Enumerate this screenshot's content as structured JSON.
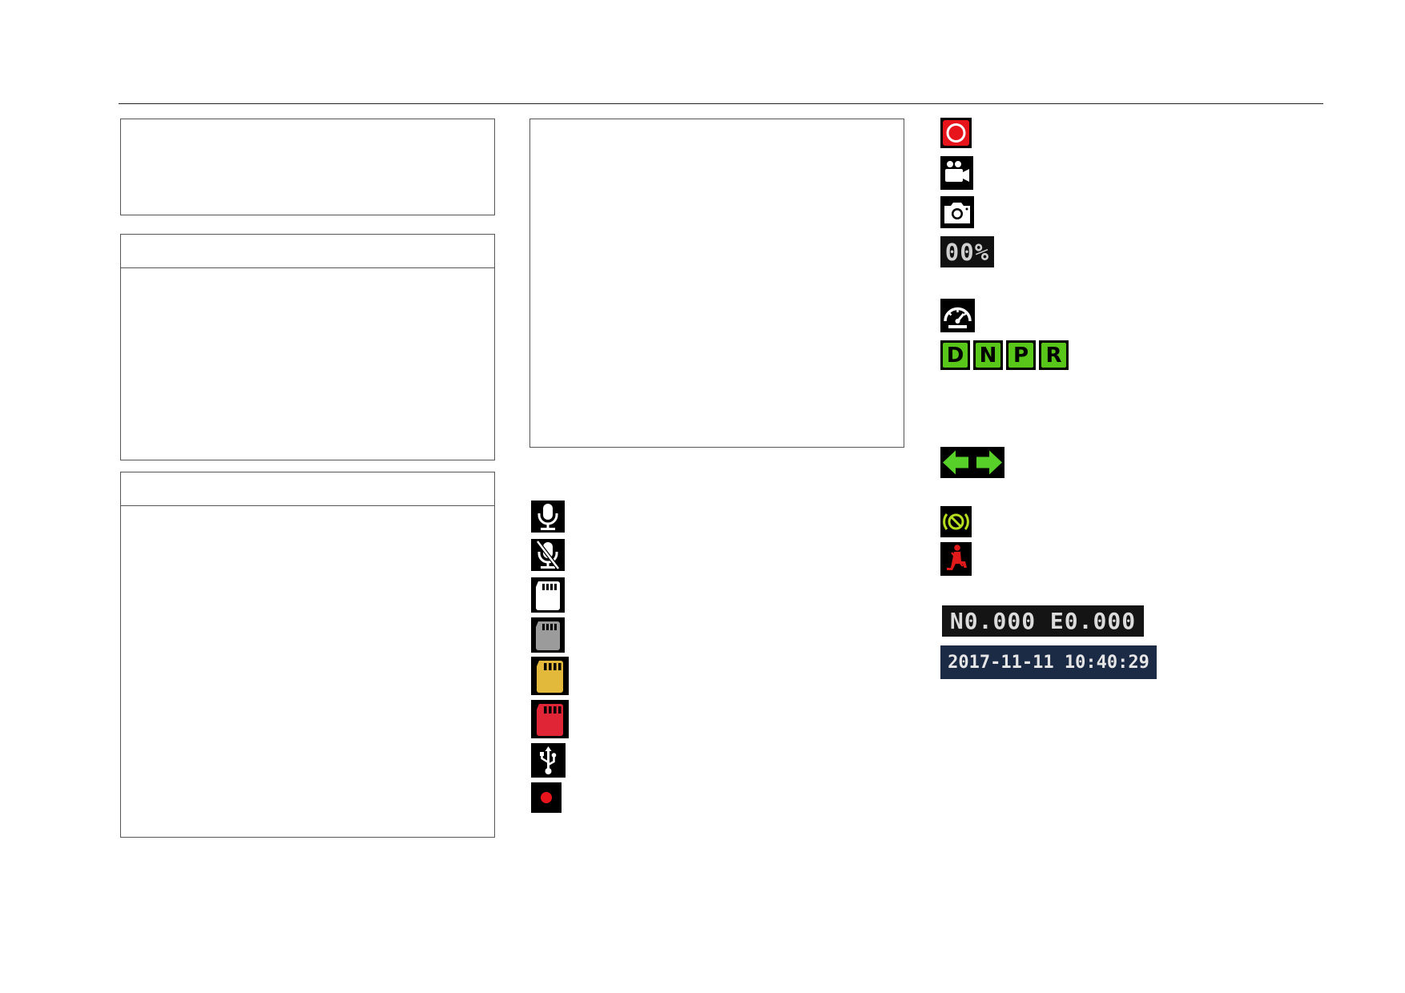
{
  "page": {
    "colors": {
      "record_red": "#e8141c",
      "gear_green": "#59c61a",
      "arrow_green": "#58d02a",
      "sd_white": "#ffffff",
      "sd_gray": "#9b9b9b",
      "sd_yellow": "#e3b93c",
      "sd_red": "#e02536",
      "belt_red": "#e01a1a",
      "lcd_navy": "#1c2b45"
    }
  },
  "left_column": {
    "panels": [
      {
        "name": "panel-top",
        "has_header": false
      },
      {
        "name": "panel-middle",
        "has_header": true
      },
      {
        "name": "panel-bottom",
        "has_header": true
      }
    ]
  },
  "middle_column": {
    "icons": [
      {
        "icon": "microphone-on-icon"
      },
      {
        "icon": "microphone-off-icon"
      },
      {
        "icon": "sd-card-white-icon"
      },
      {
        "icon": "sd-card-gray-icon"
      },
      {
        "icon": "sd-card-yellow-icon"
      },
      {
        "icon": "sd-card-red-icon"
      },
      {
        "icon": "usb-icon"
      },
      {
        "icon": "record-dot-icon"
      }
    ]
  },
  "right_column": {
    "icons": [
      {
        "icon": "record-button-icon"
      },
      {
        "icon": "video-camera-icon"
      },
      {
        "icon": "photo-camera-icon"
      },
      {
        "icon": "speedometer-icon"
      },
      {
        "icon": "turn-signal-arrows-icon"
      },
      {
        "icon": "parking-brake-icon"
      },
      {
        "icon": "seatbelt-warning-icon"
      }
    ],
    "battery_percent": "00%",
    "gears": [
      "D",
      "N",
      "P",
      "R"
    ],
    "gps_coordinates": "N0.000 E0.000",
    "timestamp": "2017-11-11 10:40:29"
  }
}
